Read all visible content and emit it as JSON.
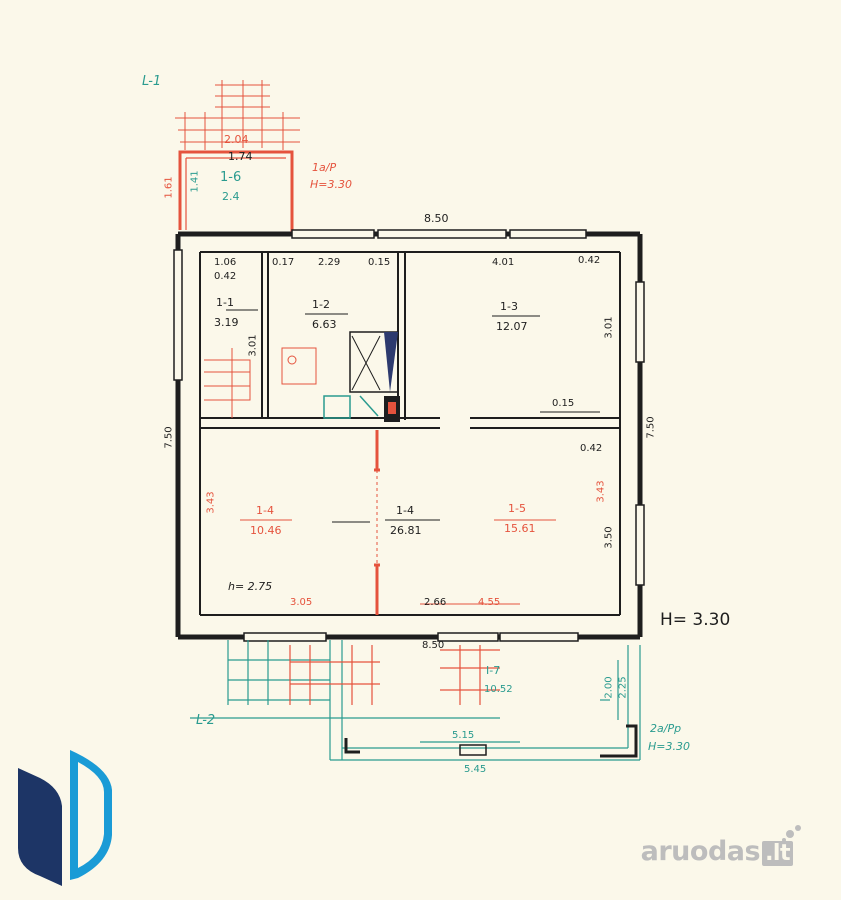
{
  "labels": {
    "section_1": "L-1",
    "section_2": "L-2",
    "height_main": "H= 3.30",
    "h_room": "h= 2.75",
    "top_annex_note_1": "1a/P",
    "top_annex_note_2": "H=3.30",
    "bottom_annex_note_1": "2a/Pp",
    "bottom_annex_note_2": "H=3.30"
  },
  "rooms": [
    {
      "id": "1-6",
      "area": "2.4"
    },
    {
      "id": "1-1",
      "area": "3.19"
    },
    {
      "id": "1-2",
      "area": "6.63"
    },
    {
      "id": "1-3",
      "area": "12.07"
    },
    {
      "id": "1-4",
      "area": "10.46"
    },
    {
      "id": "1-4",
      "area": "26.81"
    },
    {
      "id": "1-5",
      "area": "15.61"
    },
    {
      "id": "I-7",
      "area": "10.52"
    }
  ],
  "dimensions": {
    "top_annex_outer": "2.04",
    "top_annex_inner": "1.74",
    "top_annex_side_1": "1.41",
    "top_annex_side_2": "1.61",
    "overall_width_top": "8.50",
    "d_1_06": "1.06",
    "d_0_42_a": "0.42",
    "d_0_17": "0.17",
    "d_2_29": "2.29",
    "d_0_15_a": "0.15",
    "d_4_01": "4.01",
    "d_0_42_b": "0.42",
    "d_3_01_a": "3.01",
    "d_3_01_b": "3.01",
    "d_0_15_b": "0.15",
    "overall_depth_left": "7.50",
    "overall_depth_right": "7.50",
    "d_0_42_c": "0.42",
    "d_3_43_a": "3.43",
    "d_3_43_b": "3.43",
    "d_3_50": "3.50",
    "d_3_05": "3.05",
    "d_2_66": "2.66",
    "d_4_55": "4.55",
    "overall_width_bottom": "8.50",
    "bottom_annex_1": "2.00",
    "bottom_annex_2": "2.25",
    "bottom_annex_3": "5.15",
    "bottom_annex_4": "5.45"
  },
  "watermark": {
    "brand": "aruodas",
    "tld": ".lt"
  },
  "colors": {
    "wall": "#1e1e1e",
    "red_ink": "#e5533d",
    "green_ink": "#2a9b8f",
    "logo_navy": "#1d3566",
    "logo_cyan": "#1a9bd6",
    "paper": "#fbf8ea"
  }
}
